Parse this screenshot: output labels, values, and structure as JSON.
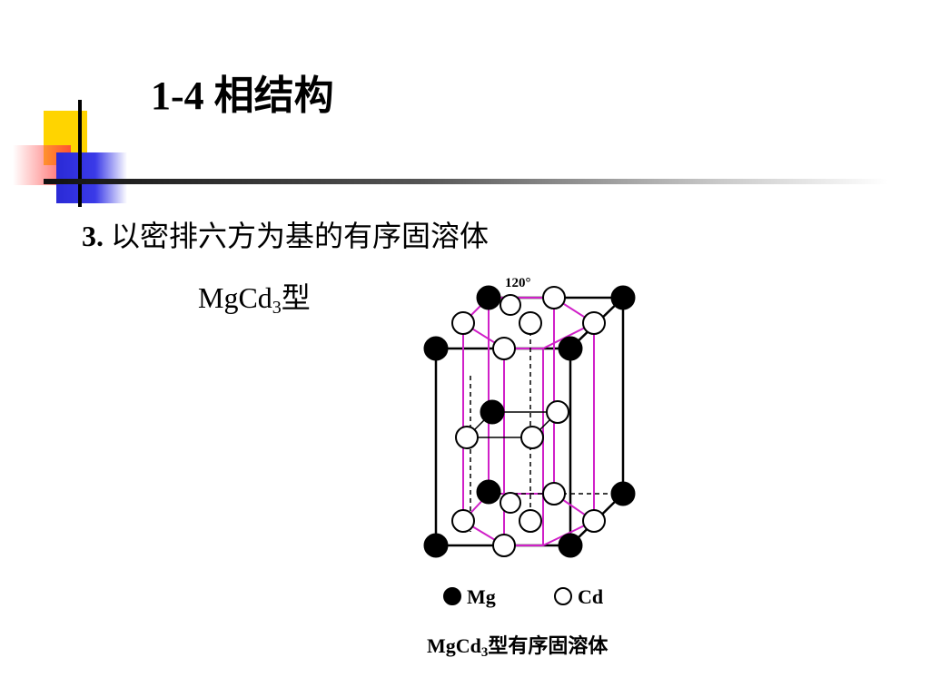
{
  "title": "1-4 相结构",
  "section": {
    "number": "3.",
    "text": "以密排六方为基的有序固溶体"
  },
  "formula": {
    "base": "MgCd",
    "sub": "3",
    "suffix": "型"
  },
  "figure": {
    "angle_label": "120°",
    "legend": [
      {
        "symbol": "filled-circle",
        "label": "Mg"
      },
      {
        "symbol": "open-circle",
        "label": "Cd"
      }
    ],
    "caption": {
      "base": "MgCd",
      "sub": "3",
      "suffix": "型有序固溶体"
    }
  },
  "colors": {
    "accent_yellow": "#ffd400",
    "accent_red": "#ff3b3b",
    "accent_blue": "#2a2ad6",
    "lattice_magenta": "#d020c8"
  }
}
